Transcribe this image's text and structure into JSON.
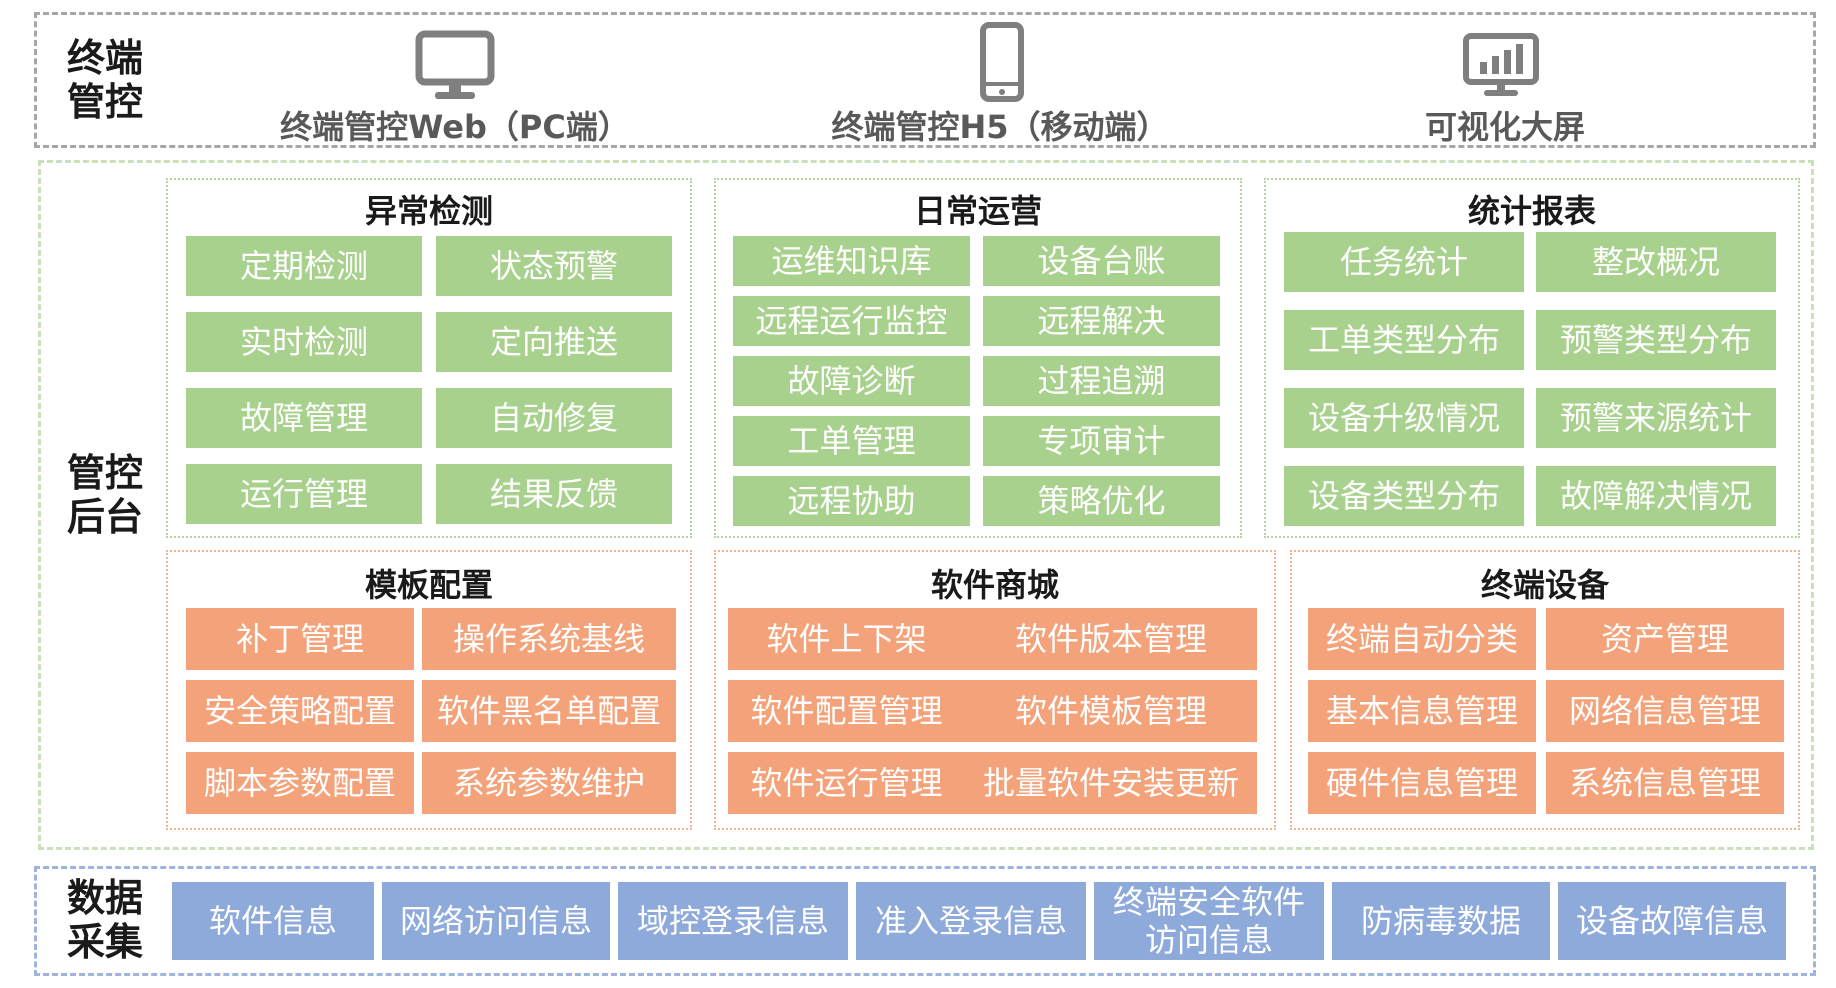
{
  "terminal": {
    "label": "终端\n管控",
    "items": [
      {
        "label": "终端管控Web（PC端）",
        "icon": "monitor-icon"
      },
      {
        "label": "终端管控H5（移动端）",
        "icon": "mobile-phone-icon"
      },
      {
        "label": "可视化大屏",
        "icon": "dashboard-screen-icon"
      }
    ]
  },
  "backend": {
    "label": "管控\n后台",
    "groups_top": [
      {
        "title": "异常检测",
        "items": [
          "定期检测",
          "状态预警",
          "实时检测",
          "定向推送",
          "故障管理",
          "自动修复",
          "运行管理",
          "结果反馈"
        ]
      },
      {
        "title": "日常运营",
        "items": [
          "运维知识库",
          "设备台账",
          "远程运行监控",
          "远程解决",
          "故障诊断",
          "过程追溯",
          "工单管理",
          "专项审计",
          "远程协助",
          "策略优化"
        ]
      },
      {
        "title": "统计报表",
        "items": [
          "任务统计",
          "整改概况",
          "工单类型分布",
          "预警类型分布",
          "设备升级情况",
          "预警来源统计",
          "设备类型分布",
          "故障解决情况"
        ]
      }
    ],
    "groups_bottom": [
      {
        "title": "模板配置",
        "items": [
          "补丁管理",
          "操作系统基线",
          "安全策略配置",
          "软件黑名单配置",
          "脚本参数配置",
          "系统参数维护"
        ]
      },
      {
        "title": "软件商城",
        "items": [
          "软件上下架",
          "软件版本管理",
          "软件配置管理",
          "软件模板管理",
          "软件运行管理",
          "批量软件安装更新"
        ]
      },
      {
        "title": "终端设备",
        "items": [
          "终端自动分类",
          "资产管理",
          "基本信息管理",
          "网络信息管理",
          "硬件信息管理",
          "系统信息管理"
        ]
      }
    ]
  },
  "data_collection": {
    "label": "数据\n采集",
    "items": [
      "软件信息",
      "网络访问信息",
      "域控登录信息",
      "准入登录信息",
      "终端安全软件\n访问信息",
      "防病毒数据",
      "设备故障信息"
    ]
  },
  "colors": {
    "green": "#a9d18e",
    "orange": "#f4a27a",
    "blue": "#8eaadb"
  }
}
